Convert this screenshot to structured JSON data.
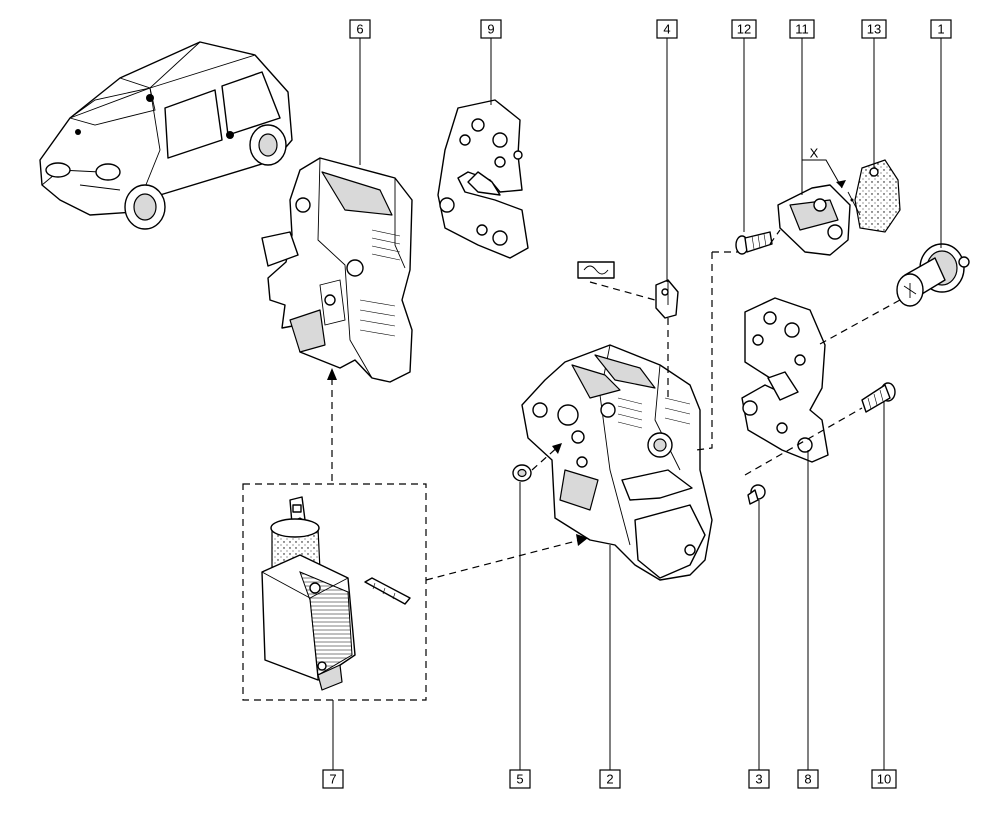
{
  "callouts": [
    {
      "id": "c6",
      "label": "6"
    },
    {
      "id": "c9",
      "label": "9"
    },
    {
      "id": "c4",
      "label": "4"
    },
    {
      "id": "c12",
      "label": "12"
    },
    {
      "id": "c11",
      "label": "11"
    },
    {
      "id": "c13",
      "label": "13"
    },
    {
      "id": "c1",
      "label": "1"
    },
    {
      "id": "c7",
      "label": "7"
    },
    {
      "id": "c5",
      "label": "5"
    },
    {
      "id": "c2",
      "label": "2"
    },
    {
      "id": "c3",
      "label": "3"
    },
    {
      "id": "c8",
      "label": "8"
    },
    {
      "id": "c10",
      "label": "10"
    }
  ],
  "annotations": {
    "x_marker": "X"
  },
  "icons": {
    "car": "car-icon",
    "seal_symbol": "seal-symbol-icon"
  }
}
